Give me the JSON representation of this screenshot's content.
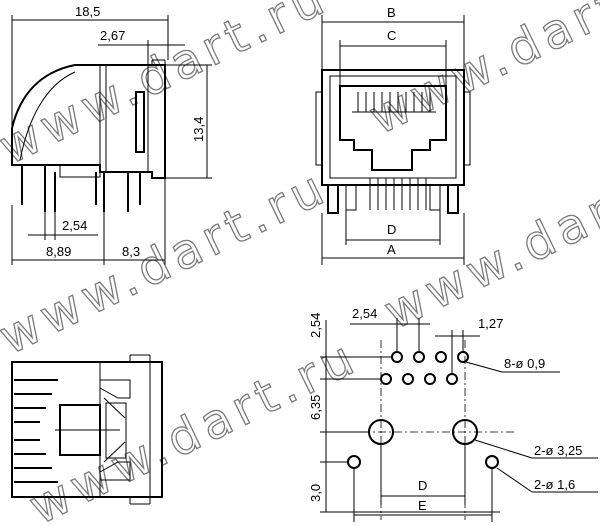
{
  "dimensions": {
    "overall_length": "18,5",
    "offset_top": "2,67",
    "height": "13,4",
    "pitch": "2,54",
    "pin_span": "8,89",
    "rear_span": "8,3",
    "dim_B": "B",
    "dim_C": "C",
    "dim_D": "D",
    "dim_A": "A",
    "fp_pitch_x": "2,54",
    "fp_pitch_y": "2,54",
    "fp_offset": "1,27",
    "fp_row_gap": "6,35",
    "fp_bottom": "3,0",
    "fp_D": "D",
    "fp_E": "E"
  },
  "callouts": {
    "pin_holes": "8-ø 0,9",
    "guide_holes": "2-ø 3,25",
    "mount_holes": "2-ø 1,6"
  },
  "watermark": "www.dart.ru"
}
